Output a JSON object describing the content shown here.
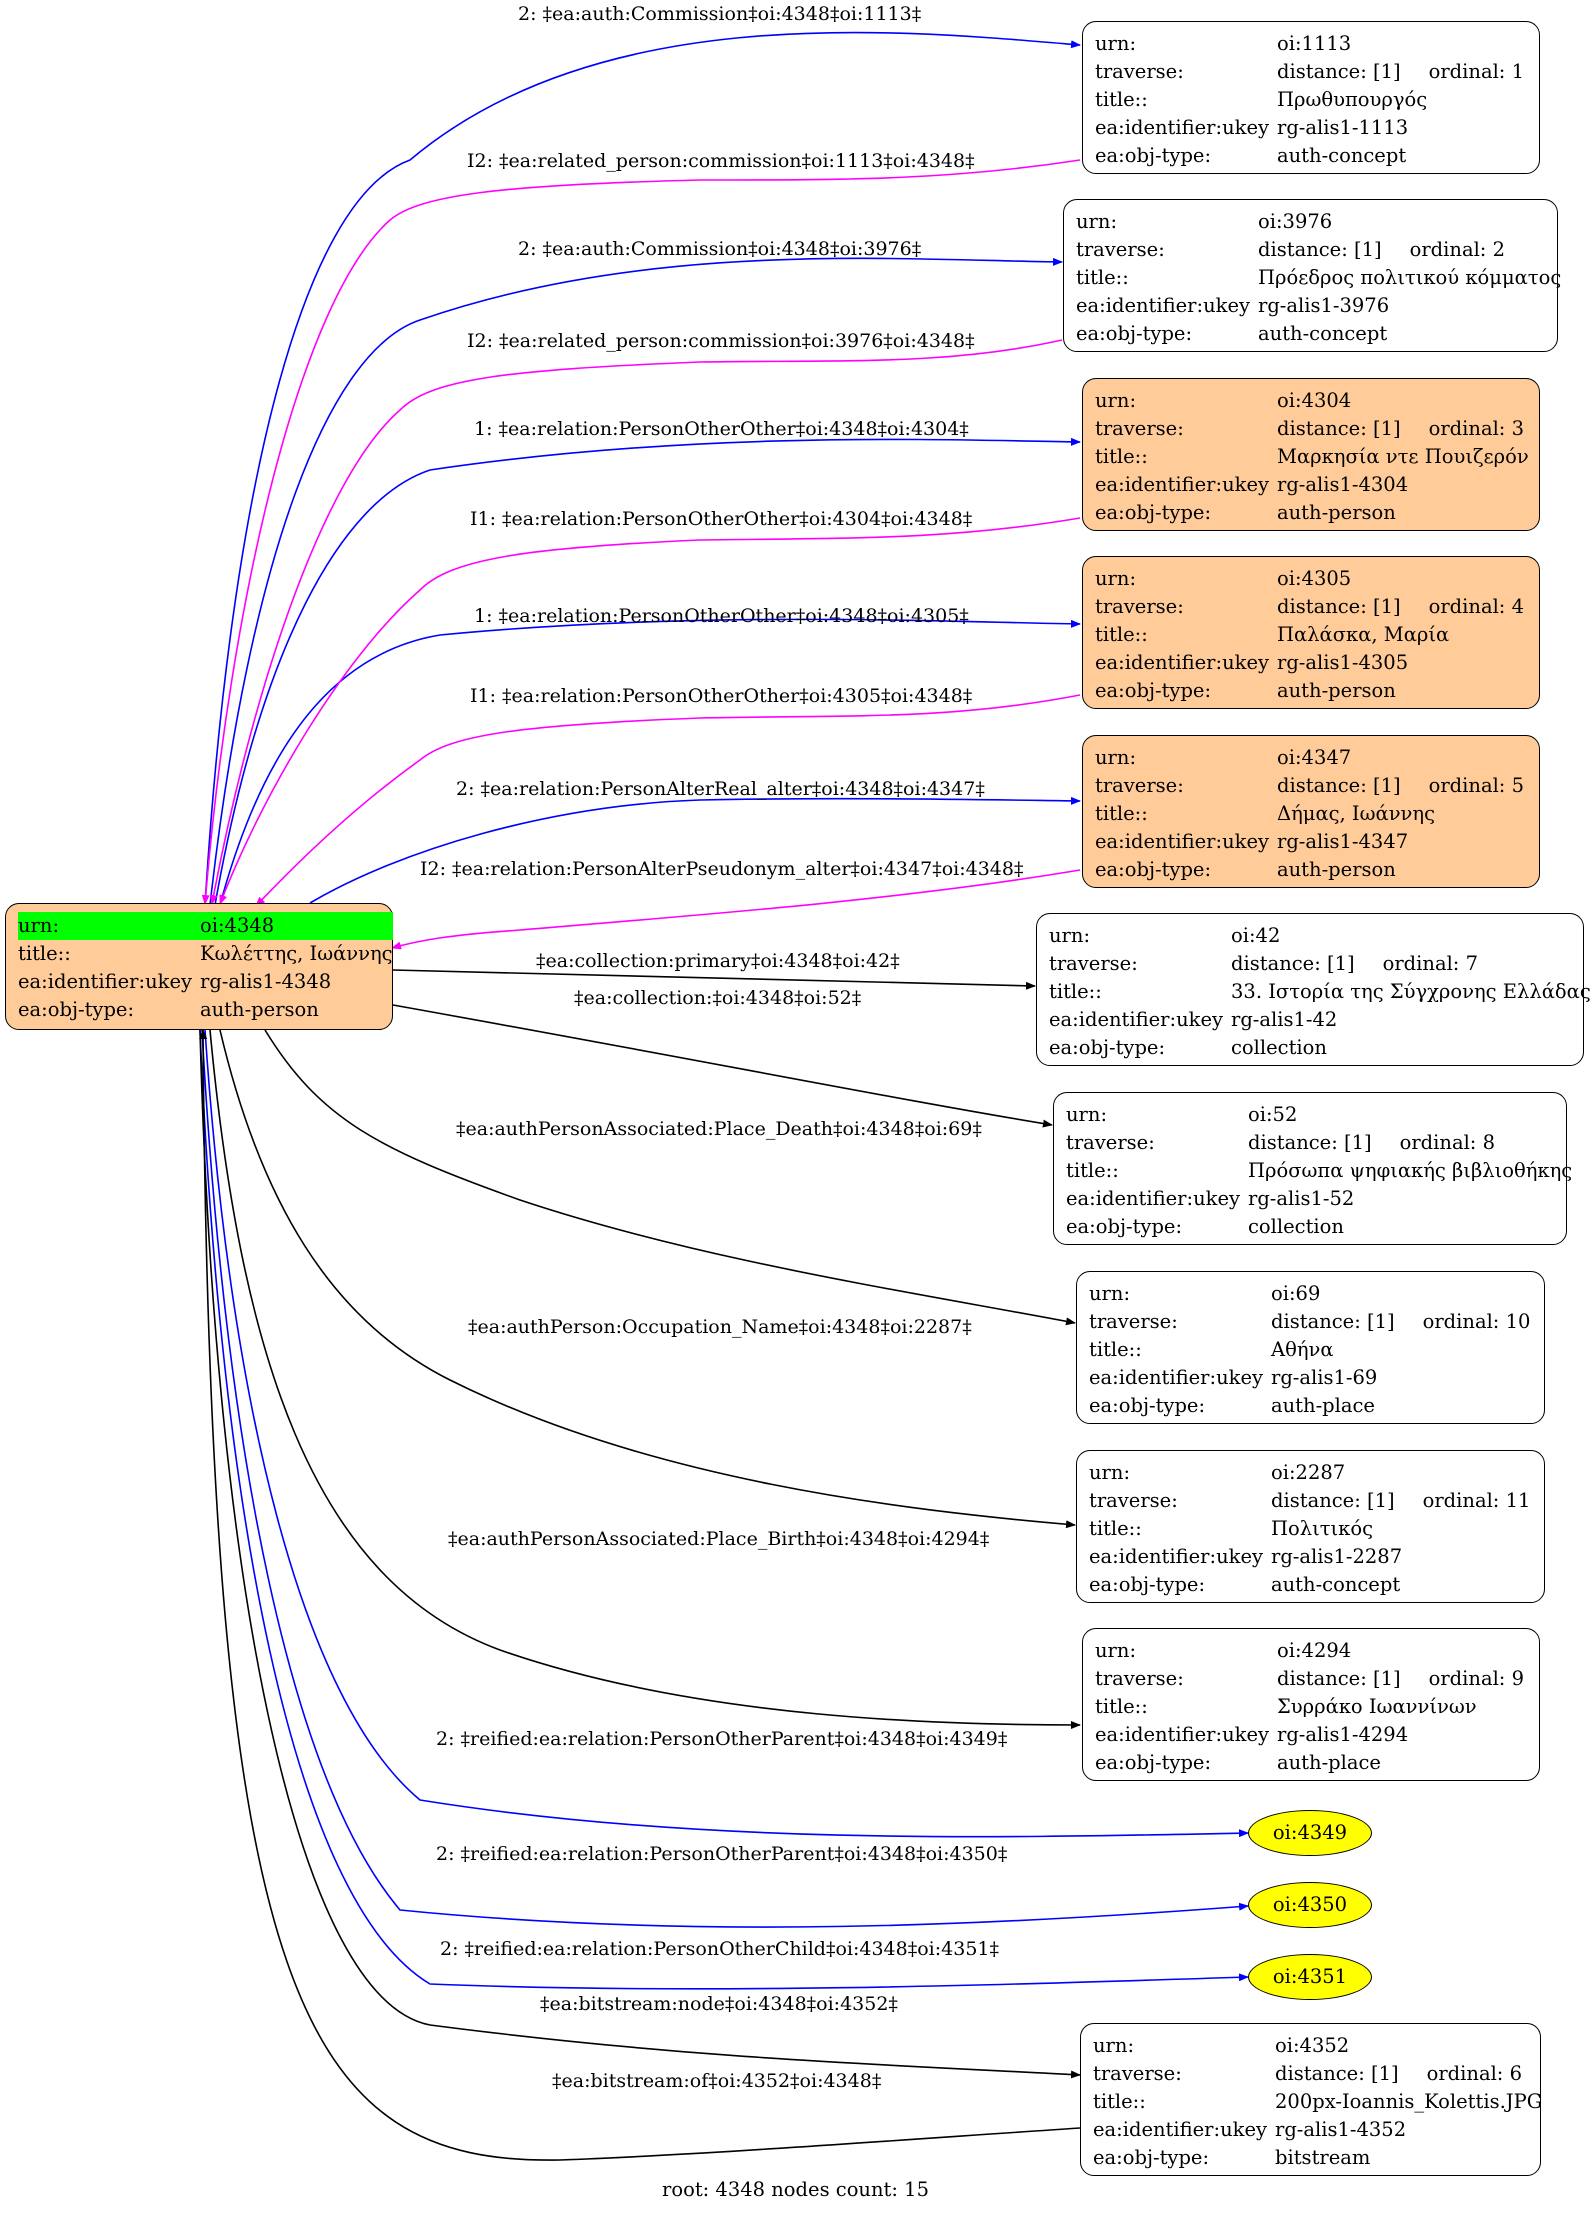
{
  "footer": "root: 4348 nodes count: 15",
  "root": {
    "rows": [
      {
        "k": "urn:",
        "v": "oi:4348"
      },
      {
        "k": "title::",
        "v": "Κωλέττης, Ιωάννης"
      },
      {
        "k": "ea:identifier:ukey",
        "v": "rg-alis1-4348"
      },
      {
        "k": "ea:obj-type:",
        "v": "auth-person"
      }
    ]
  },
  "nodes": [
    {
      "urn": "oi:1113",
      "distance": "distance: [1]",
      "ordinal": "ordinal: 1",
      "title": "Πρωθυπουργός",
      "ukey": "rg-alis1-1113",
      "type": "auth-concept"
    },
    {
      "urn": "oi:3976",
      "distance": "distance: [1]",
      "ordinal": "ordinal: 2",
      "title": "Πρόεδρος πολιτικού κόμματος",
      "ukey": "rg-alis1-3976",
      "type": "auth-concept"
    },
    {
      "urn": "oi:4304",
      "distance": "distance: [1]",
      "ordinal": "ordinal: 3",
      "title": "Μαρκησία ντε Πουιζερόν",
      "ukey": "rg-alis1-4304",
      "type": "auth-person"
    },
    {
      "urn": "oi:4305",
      "distance": "distance: [1]",
      "ordinal": "ordinal: 4",
      "title": "Παλάσκα, Μαρία",
      "ukey": "rg-alis1-4305",
      "type": "auth-person"
    },
    {
      "urn": "oi:4347",
      "distance": "distance: [1]",
      "ordinal": "ordinal: 5",
      "title": "Δήμας, Ιωάννης",
      "ukey": "rg-alis1-4347",
      "type": "auth-person"
    },
    {
      "urn": "oi:42",
      "distance": "distance: [1]",
      "ordinal": "ordinal: 7",
      "title": "33. Ιστορία της Σύγχρονης Ελλάδας",
      "ukey": "rg-alis1-42",
      "type": "collection"
    },
    {
      "urn": "oi:52",
      "distance": "distance: [1]",
      "ordinal": "ordinal: 8",
      "title": "Πρόσωπα ψηφιακής βιβλιοθήκης",
      "ukey": "rg-alis1-52",
      "type": "collection"
    },
    {
      "urn": "oi:69",
      "distance": "distance: [1]",
      "ordinal": "ordinal: 10",
      "title": "Αθήνα",
      "ukey": "rg-alis1-69",
      "type": "auth-place"
    },
    {
      "urn": "oi:2287",
      "distance": "distance: [1]",
      "ordinal": "ordinal: 11",
      "title": "Πολιτικός",
      "ukey": "rg-alis1-2287",
      "type": "auth-concept"
    },
    {
      "urn": "oi:4294",
      "distance": "distance: [1]",
      "ordinal": "ordinal: 9",
      "title": "Συρράκο Ιωαννίνων",
      "ukey": "rg-alis1-4294",
      "type": "auth-place"
    },
    {
      "urn": "oi:4352",
      "distance": "distance: [1]",
      "ordinal": "ordinal: 6",
      "title": "200px-Ioannis_Kolettis.JPG",
      "ukey": "rg-alis1-4352",
      "type": "bitstream"
    }
  ],
  "field_keys": {
    "urn": "urn:",
    "traverse": "traverse:",
    "title": "title::",
    "ukey": "ea:identifier:ukey",
    "type": "ea:obj-type:"
  },
  "ellipses": [
    "oi:4349",
    "oi:4350",
    "oi:4351"
  ],
  "edge_labels": [
    "2: ‡ea:auth:Commission‡oi:4348‡oi:1113‡",
    "I2: ‡ea:related_person:commission‡oi:1113‡oi:4348‡",
    "2: ‡ea:auth:Commission‡oi:4348‡oi:3976‡",
    "I2: ‡ea:related_person:commission‡oi:3976‡oi:4348‡",
    "1: ‡ea:relation:PersonOtherOther‡oi:4348‡oi:4304‡",
    "I1: ‡ea:relation:PersonOtherOther‡oi:4304‡oi:4348‡",
    "1: ‡ea:relation:PersonOtherOther‡oi:4348‡oi:4305‡",
    "I1: ‡ea:relation:PersonOtherOther‡oi:4305‡oi:4348‡",
    "2: ‡ea:relation:PersonAlterReal_alter‡oi:4348‡oi:4347‡",
    "I2: ‡ea:relation:PersonAlterPseudonym_alter‡oi:4347‡oi:4348‡",
    "‡ea:collection:primary‡oi:4348‡oi:42‡",
    "‡ea:collection:‡oi:4348‡oi:52‡",
    "‡ea:authPersonAssociated:Place_Death‡oi:4348‡oi:69‡",
    "‡ea:authPerson:Occupation_Name‡oi:4348‡oi:2287‡",
    "‡ea:authPersonAssociated:Place_Birth‡oi:4348‡oi:4294‡",
    "2: ‡reified:ea:relation:PersonOtherParent‡oi:4348‡oi:4349‡",
    "2: ‡reified:ea:relation:PersonOtherParent‡oi:4348‡oi:4350‡",
    "2: ‡reified:ea:relation:PersonOtherChild‡oi:4348‡oi:4351‡",
    "‡ea:bitstream:node‡oi:4348‡oi:4352‡",
    "‡ea:bitstream:of‡oi:4352‡oi:4348‡"
  ],
  "colors": {
    "blue_edge": "#0000ff",
    "magenta_edge": "#ff00ff",
    "black_edge": "#000000",
    "person_fill": "#ffcc99",
    "root_highlight": "#00ff00",
    "ellipse_fill": "#ffff00"
  }
}
